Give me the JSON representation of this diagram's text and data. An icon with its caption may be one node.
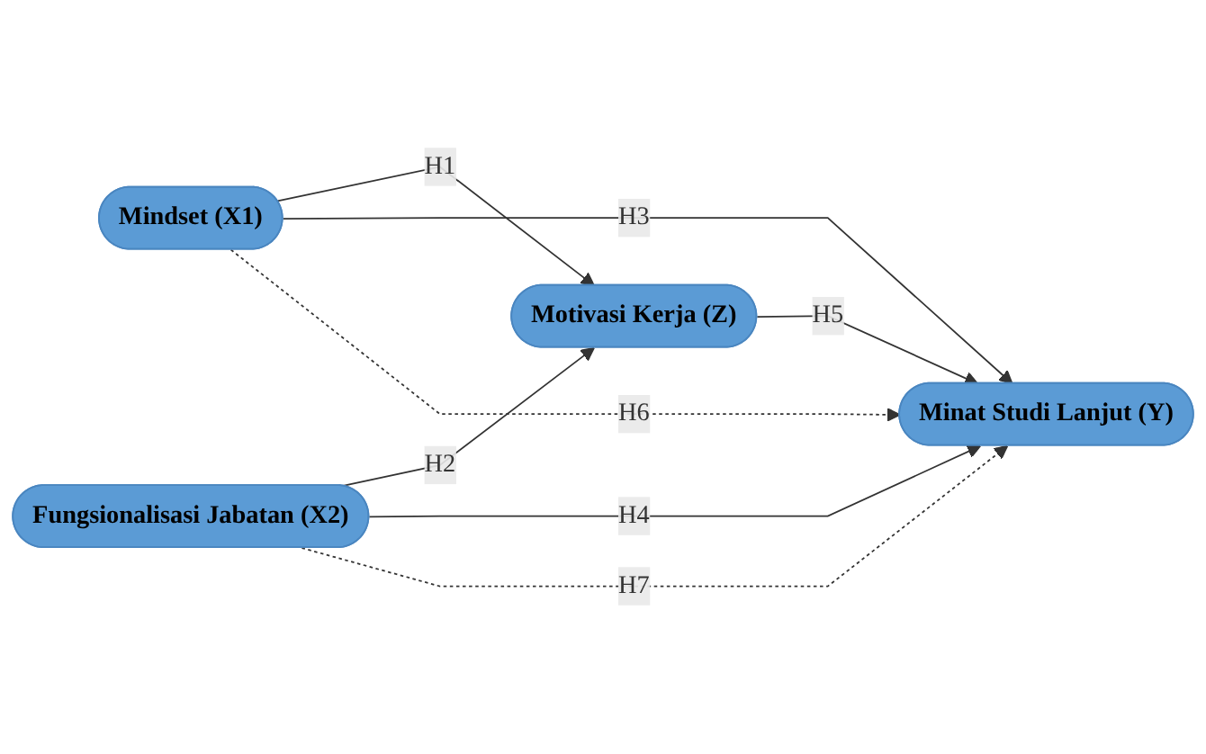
{
  "diagram": {
    "nodes": [
      {
        "text": [
          "Mindset (X1)"
        ]
      },
      {
        "text": [
          "Motivasi Kerja (Z)"
        ]
      },
      {
        "text": [
          "Minat Studi Lanjut (Y)"
        ]
      },
      {
        "text": [
          "Fungsionalisasi Jabatan (X2)"
        ]
      }
    ],
    "edges": [
      {
        "from": 0,
        "to": 1,
        "arrow": "to",
        "label": "H1"
      },
      {
        "from": 3,
        "to": 1,
        "arrow": "to",
        "label": "H2"
      },
      {
        "from": 0,
        "to": 2,
        "arrow": "to",
        "label": "H3"
      },
      {
        "from": 3,
        "to": 2,
        "arrow": "to",
        "label": "H4"
      },
      {
        "from": 1,
        "to": 2,
        "arrow": "to",
        "label": "H5"
      },
      {
        "from": 0,
        "to": 2,
        "arrow": "to",
        "label": "H6",
        "style": "dashed"
      },
      {
        "from": 3,
        "to": 2,
        "arrow": "to",
        "label": "H7",
        "style": "dashed"
      }
    ]
  }
}
